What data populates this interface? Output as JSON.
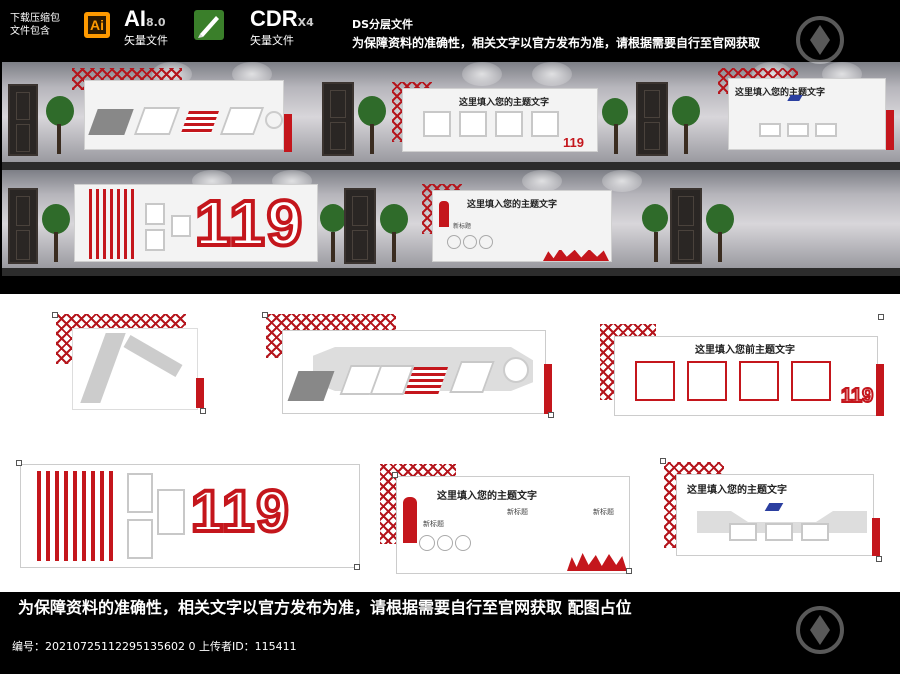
{
  "header": {
    "archive_note_line1": "下载压缩包",
    "archive_note_line2": "文件包含",
    "ai_badge_label": "Ai",
    "ai_format": "AI",
    "ai_version": "8.0",
    "ai_subtitle": "矢量文件",
    "cdr_format": "CDR",
    "cdr_version": "X4",
    "cdr_subtitle": "矢量文件",
    "ds_line": "DS分层文件",
    "disclaimer": "为保障资料的准确性，相关文字以官方发布为准，请根据需要自行至官网获取"
  },
  "boards": {
    "theme_title": "这里填入您的主题文字",
    "theme_title_alt": "这里填入您前主题文字",
    "badge_119": "119",
    "small_label": "新标题"
  },
  "footer": {
    "notice": "为保障资料的准确性，相关文字以官方发布为准，请根据需要自行至官网获取   配图占位",
    "id_line": "编号：20210725112295135602 0 上传者ID：115411"
  },
  "colors": {
    "accent_red": "#c4161c",
    "ai_orange": "#ff9a00",
    "cdr_green": "#3a7f2a",
    "background": "#000000"
  },
  "icons": [
    "ai-logo-icon",
    "coreldraw-logo-icon",
    "watermark-logo-icon"
  ]
}
